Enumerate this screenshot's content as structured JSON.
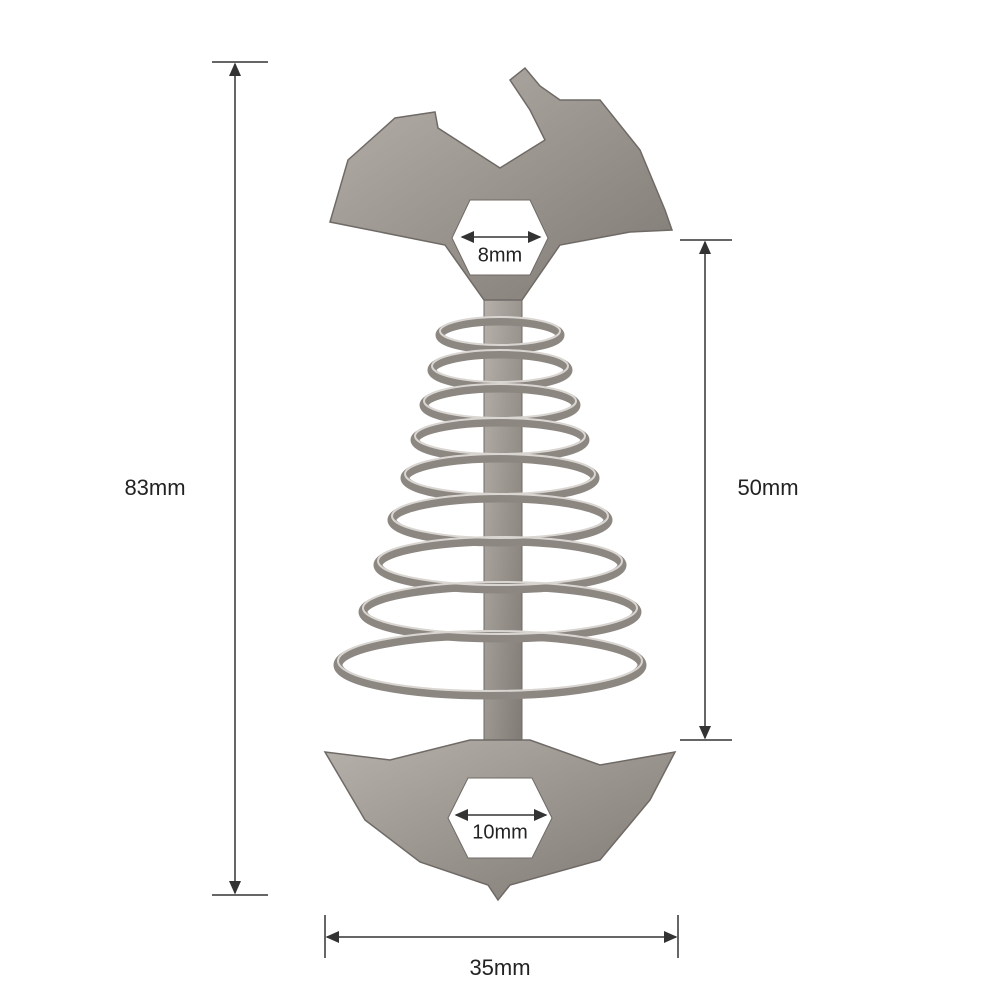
{
  "dimensions": {
    "total_length": "83mm",
    "spring_length": "50mm",
    "width": "35mm",
    "small_hex": "8mm",
    "large_hex": "10mm"
  },
  "colors": {
    "metal": "#9a948f",
    "metal_dark": "#6f6a66",
    "line": "#333333"
  }
}
